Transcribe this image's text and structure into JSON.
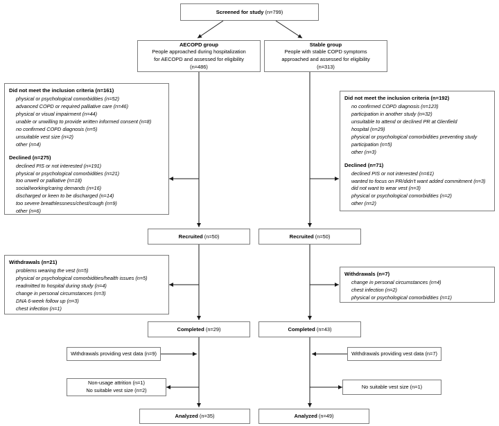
{
  "diagram": {
    "title": "CONSORT-style participant flow diagram",
    "stroke_color": "#7a7a7a",
    "line_color": "#1a1a1a"
  },
  "nodes": {
    "screened": {
      "label": "Screened for study",
      "n": "(n=799)"
    },
    "aecopd_group": {
      "title": "AECOPD group",
      "line1": "People approached during hospitalization",
      "line2": "for AECOPD and assessed for eligibility",
      "n": "(n=486)"
    },
    "stable_group": {
      "title": "Stable group",
      "line1": "People with stable COPD symptoms",
      "line2": "approached and assessed for eligibility",
      "n": "(n=313)"
    },
    "aecopd_excluded": {
      "inclusion_title": "Did not meet the inclusion criteria (n=161)",
      "inclusion_reasons": [
        "physical or psychological comorbidities (n=52)",
        "advanced COPD or required palliative care (n=46)",
        "physical or visual impairment (n=44)",
        "unable or unwilling to provide written informed consent (n=8)",
        "no confirmed COPD diagnosis (n=5)",
        "unsuitable vest size (n=2)",
        "other (n=4)"
      ],
      "declined_title": "Declined (n=275)",
      "declined_reasons": [
        "declined PIS or not interested (n=191)",
        "physical or psychological comorbidities (n=21)",
        "too unwell or palliative (n=18)",
        "social/working/caring demands (n=16)",
        "discharged or keen to be discharged (n=14)",
        "too severe breathlessness/chest/cough (n=9)",
        "other (n=6)"
      ]
    },
    "stable_excluded": {
      "inclusion_title": "Did not meet the inclusion criteria (n=192)",
      "inclusion_reasons": [
        "no confirmed COPD diagnosis (n=123)",
        "participation in another study (n=32)",
        "unsuitable to attend or declined PR at Glenfield",
        "hospital (n=29)",
        "physical or psychological comorbidities preventing study",
        "participation (n=5)",
        "other (n=3)"
      ],
      "declined_title": "Declined (n=71)",
      "declined_reasons": [
        "declined PIS or not interested (n=61)",
        "wanted to focus on PR/didn't want added commitment (n=3)",
        "did not want to wear vest (n=3)",
        "physical or psychological comorbidities (n=2)",
        "other (n=2)"
      ]
    },
    "recruited_left": {
      "label": "Recruited",
      "n": "(n=50)"
    },
    "recruited_right": {
      "label": "Recruited",
      "n": "(n=50)"
    },
    "withdrawals_left": {
      "title": "Withdrawals (n=21)",
      "reasons": [
        "problems wearing the vest (n=5)",
        "physical or psychological comorbidities/health issues (n=5)",
        "readmitted to hospital during study (n=4)",
        "change in personal circumstances (n=3)",
        "DNA 6-week follow up (n=3)",
        "chest infection (n=1)"
      ]
    },
    "withdrawals_right": {
      "title": "Withdrawals (n=7)",
      "reasons": [
        "change in personal circumstances (n=4)",
        "chest infection (n=2)",
        "physical or psychological comorbidities (n=1)"
      ]
    },
    "completed_left": {
      "label": "Completed",
      "n": "(n=29)"
    },
    "completed_right": {
      "label": "Completed",
      "n": "(n=43)"
    },
    "vest_data_left": {
      "label": "Withdrawals providing vest data (n=9)"
    },
    "vest_data_right": {
      "label": "Withdrawals providing vest data (n=7)"
    },
    "attrition_left": {
      "line1": "Non-usage attrition (n=1)",
      "line2": "No suitable vest size (n=2)"
    },
    "attrition_right": {
      "line1": "No suitable vest size (n=1)"
    },
    "analyzed_left": {
      "label": "Analyzed",
      "n": "(n=35)"
    },
    "analyzed_right": {
      "label": "Analyzed",
      "n": "(n=49)"
    }
  }
}
